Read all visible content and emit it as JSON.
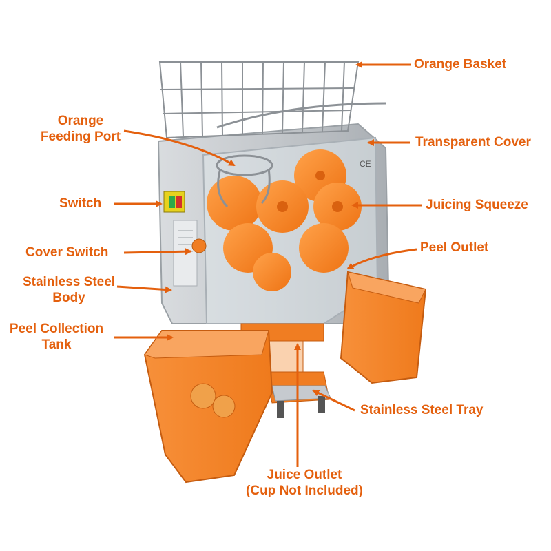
{
  "colors": {
    "accent": "#e4600e",
    "orange_plastic": "#f07d22",
    "steel": "#b8bcc0",
    "wire": "#8c9196"
  },
  "labels": {
    "orange_basket": "Orange Basket",
    "feeding_port_line1": "Orange",
    "feeding_port_line2": "Feeding Port",
    "transparent_cover": "Transparent Cover",
    "switch": "Switch",
    "juicing_squeeze": "Juicing Squeeze",
    "cover_switch": "Cover Switch",
    "peel_outlet": "Peel Outlet",
    "body_line1": "Stainless Steel",
    "body_line2": "Body",
    "tank_line1": "Peel Collection",
    "tank_line2": "Tank",
    "steel_tray": "Stainless Steel Tray",
    "juice_outlet_line1": "Juice Outlet",
    "juice_outlet_line2": "(Cup Not Included)",
    "ce_mark": "CE"
  }
}
